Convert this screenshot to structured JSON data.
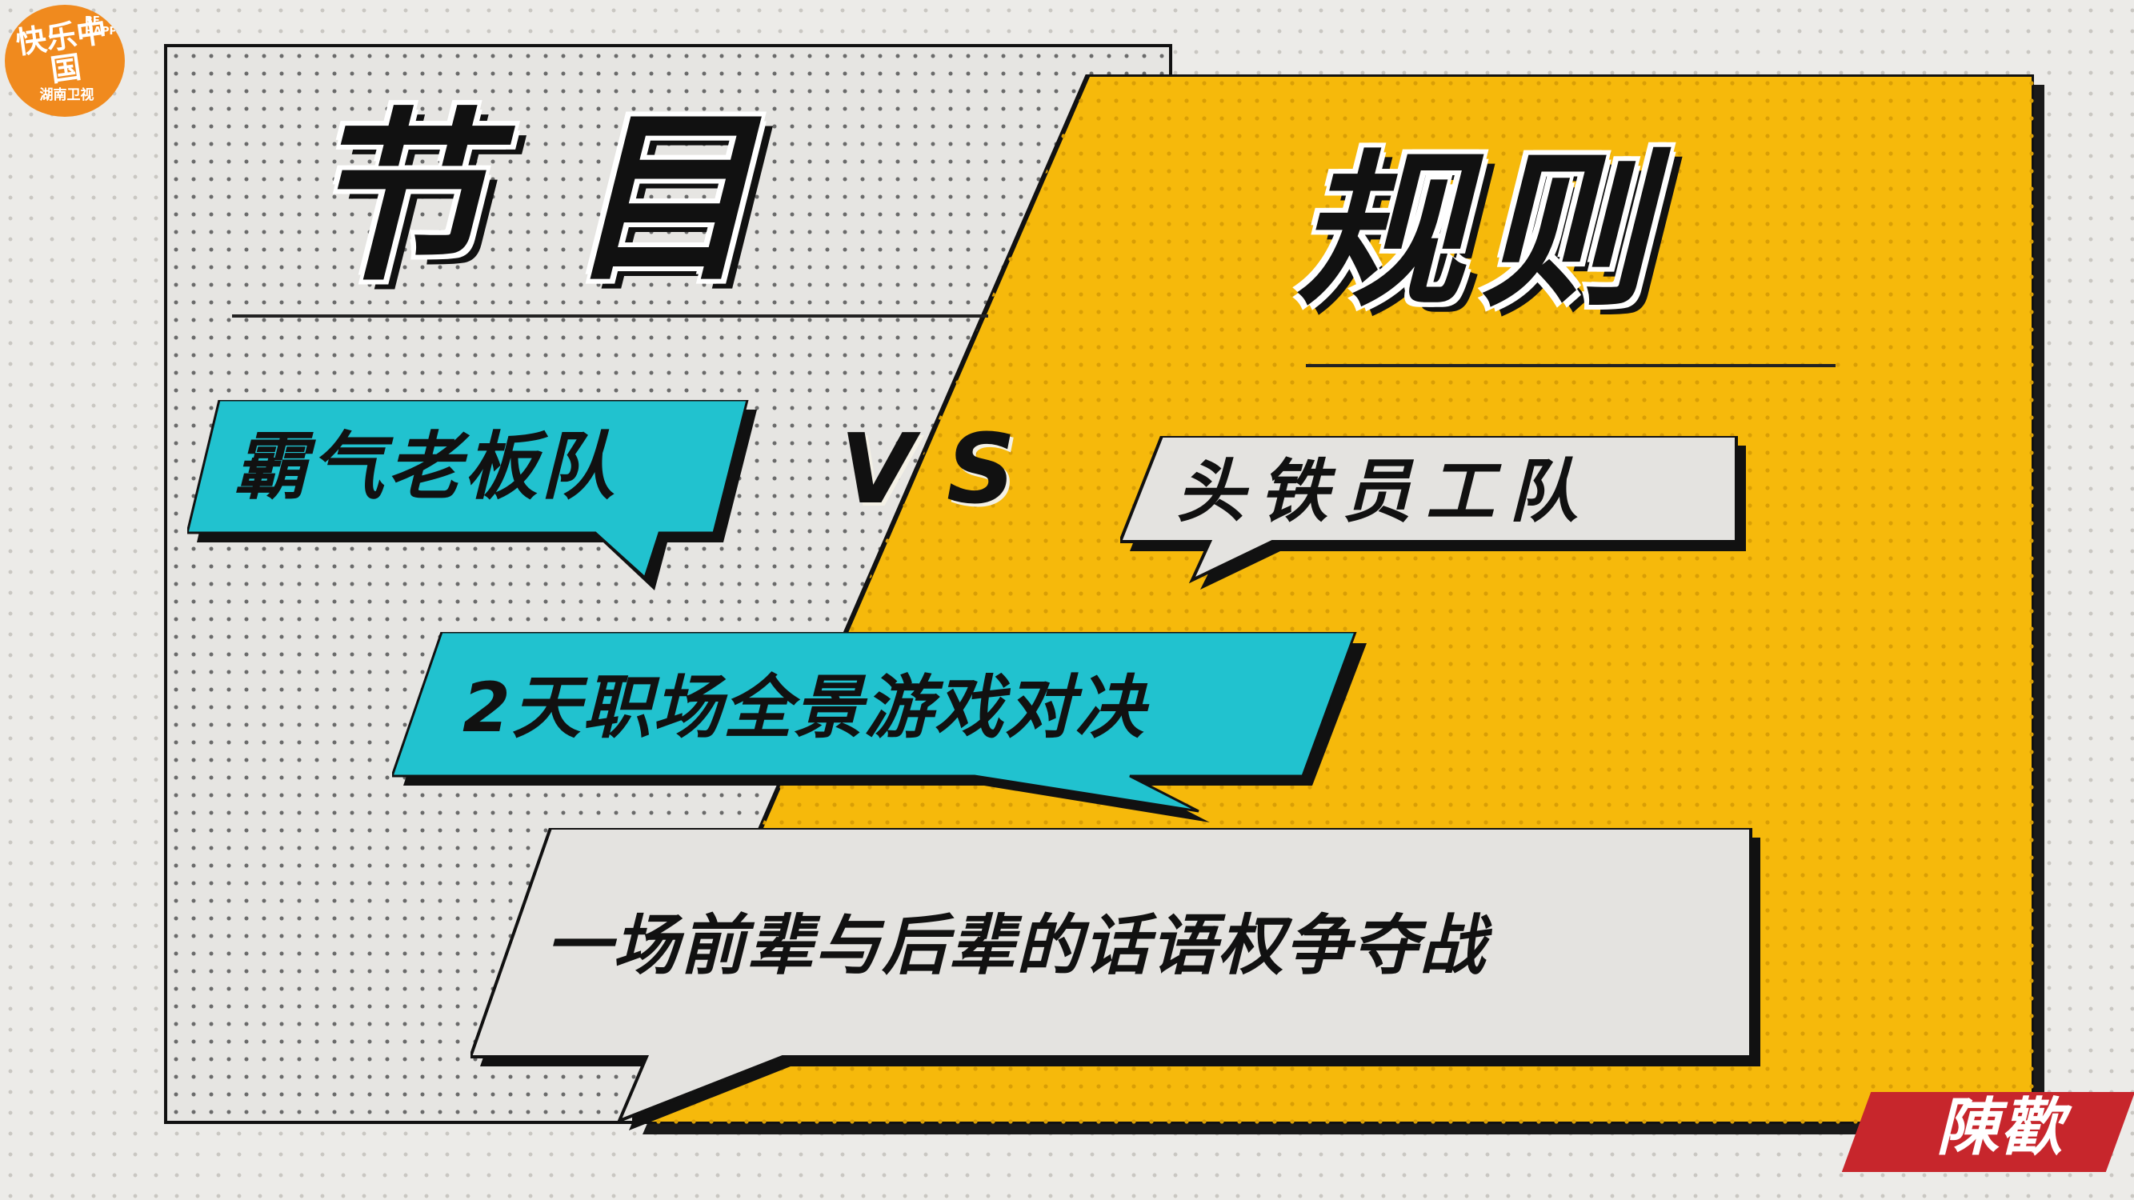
{
  "logo": {
    "main": "快乐中国",
    "tag": "BE HAPPY",
    "sub": "湖南卫视",
    "color": "#f08a1e"
  },
  "title": {
    "left": "节 目",
    "right": "规则"
  },
  "teams": {
    "boss": "霸气老板队",
    "vs": "VS",
    "staff": "头铁员工队"
  },
  "subtitle": "2天职场全景游戏对决",
  "tagline": "一场前辈与后辈的话语权争夺战",
  "signature": "陳歡",
  "colors": {
    "yellow": "#f6b90b",
    "teal": "#21c2cf",
    "bubble_grey": "#e4e3e0",
    "signature_red": "#c7262c"
  }
}
